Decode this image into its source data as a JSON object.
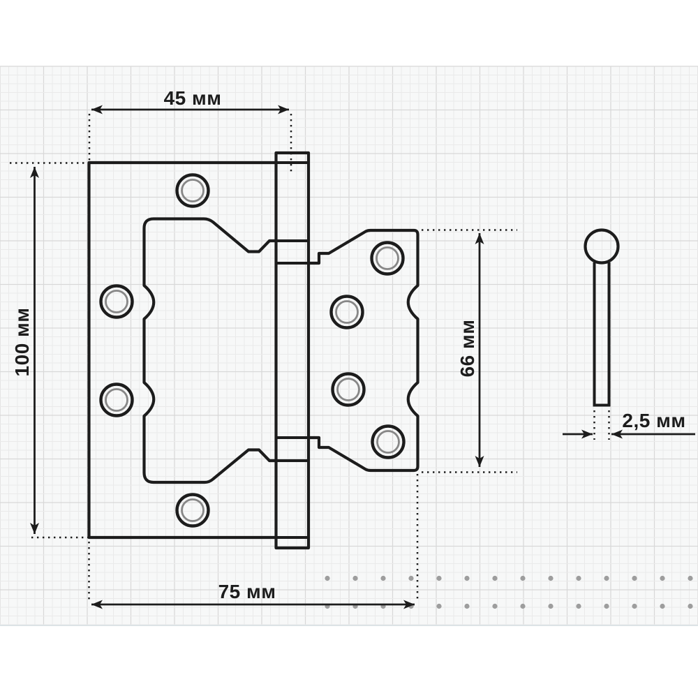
{
  "drawing": {
    "kind": "technical-drawing",
    "subject": "door-hinge-with-pin",
    "labels": {
      "leaf_width": "45 мм",
      "overall_height": "100 мм",
      "right_leaf_height": "66 мм",
      "overall_width": "75 мм",
      "pin_thickness": "2,5 мм"
    },
    "colors": {
      "line": "#1c1c1c",
      "hole_inner_ring": "#878787",
      "paper": "#f7f8f8",
      "grid_minor": "#eaeaea",
      "grid_major": "#d8d8d8",
      "dot": "#9d9d9d",
      "page": "#ffffff"
    }
  }
}
